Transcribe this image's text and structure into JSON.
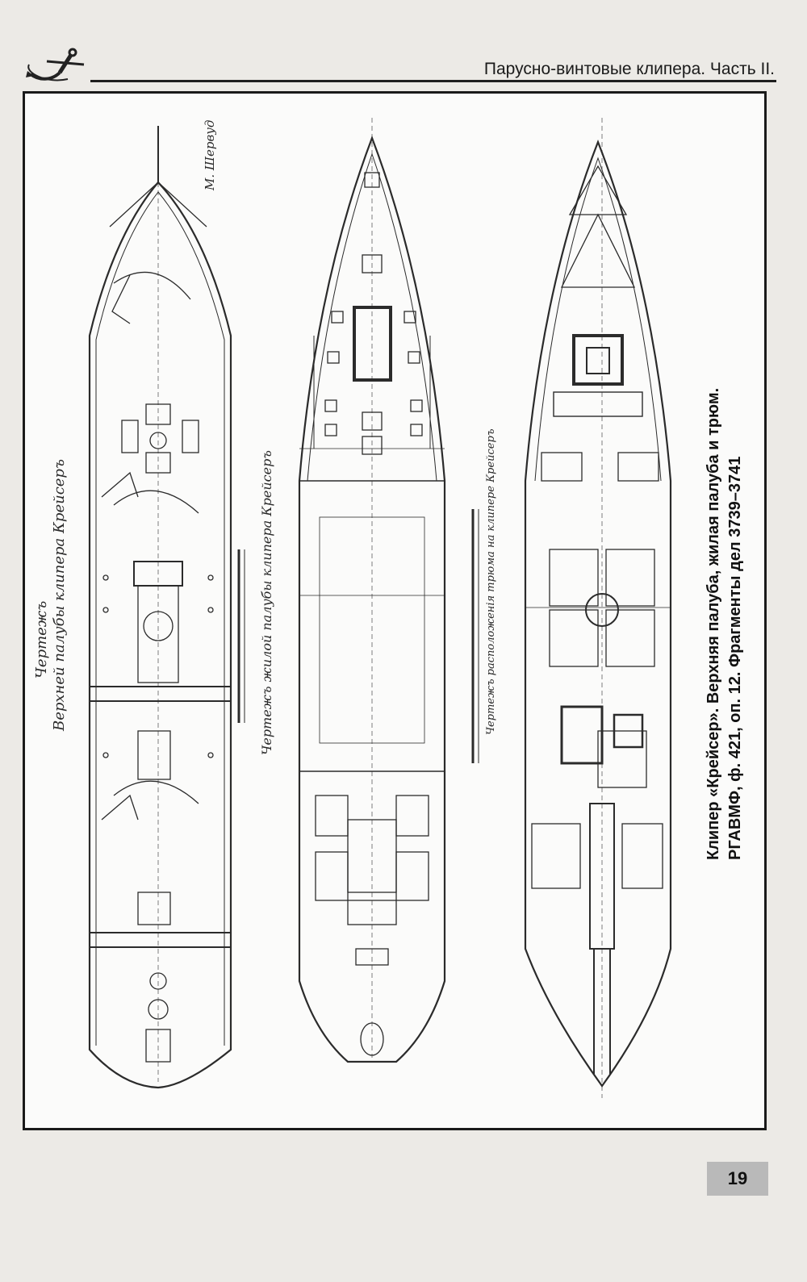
{
  "header": {
    "title": "Парусно-винтовые клипера. Часть II."
  },
  "drawings": [
    {
      "title_line1": "Чертежъ",
      "title_line2": "Верхней палубы клипера Крейсеръ",
      "signature": "М. Шервуд"
    },
    {
      "title_line1": "Чертежъ жилой палубы клипера Крейсеръ"
    },
    {
      "title_line1": "Чертежъ расположенія трюма на клипере Крейсеръ"
    }
  ],
  "caption": {
    "line1": "Клипер «Крейсер». Верхняя палуба, жилая палуба и трюм.",
    "line2": "РГАВМФ, ф. 421, оп. 12. Фрагменты дел 3739–3741"
  },
  "footer": {
    "page_number": "19"
  }
}
